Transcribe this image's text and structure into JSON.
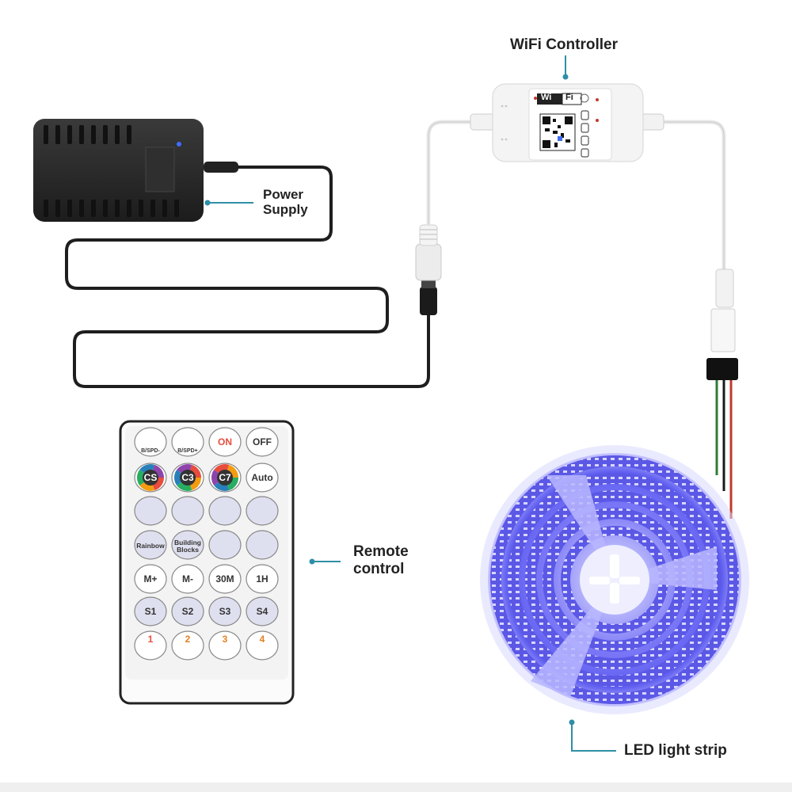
{
  "labels": {
    "wifi_controller": "WiFi Controller",
    "power_supply_line1": "Power",
    "power_supply_line2": "Supply",
    "remote_line1": "Remote",
    "remote_line2": "control",
    "led_strip": "LED light strip"
  },
  "controller": {
    "badge_wi": "Wi",
    "badge_fi": "Fi"
  },
  "remote": {
    "rows": [
      [
        "B/SPD-",
        "B/SPD+",
        "ON",
        "OFF"
      ],
      [
        "CS",
        "C3",
        "C7",
        "Auto"
      ],
      [
        "",
        "",
        "",
        ""
      ],
      [
        "Rainbow",
        "Building Blocks",
        "",
        ""
      ],
      [
        "M+",
        "M-",
        "30M",
        "1H"
      ],
      [
        "S1",
        "S2",
        "S3",
        "S4"
      ],
      [
        "1",
        "2",
        "3",
        "4"
      ]
    ]
  },
  "colors": {
    "accent_line": "#2f8fa6",
    "adapter": "#2b2b2b",
    "led_glow": "#6f6cf5"
  }
}
